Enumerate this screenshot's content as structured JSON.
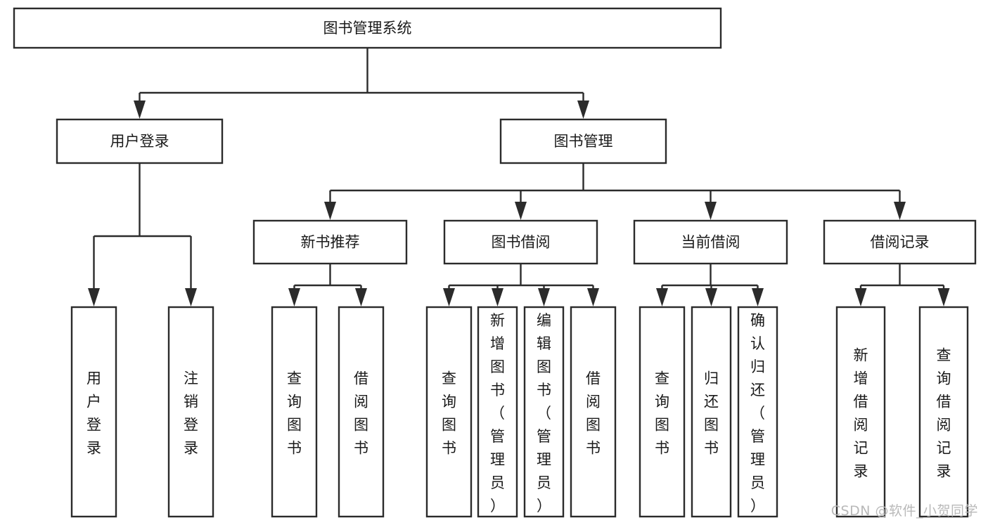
{
  "diagram": {
    "type": "tree",
    "title": "图书管理系统",
    "orientation": "top-down",
    "background_color": "#ffffff",
    "box_stroke_color": "#2b2b2b",
    "box_fill_color": "#ffffff",
    "text_color": "#1a1a1a",
    "connector_color": "#2b2b2b"
  },
  "nodes": {
    "root": {
      "label": "图书管理系统",
      "level": 1,
      "orientation": "horizontal"
    },
    "n_user_login": {
      "label": "用户登录",
      "level": 2,
      "orientation": "horizontal"
    },
    "n_book_mgmt": {
      "label": "图书管理",
      "level": 2,
      "orientation": "horizontal"
    },
    "n_new_book_rec": {
      "label": "新书推荐",
      "level": 3,
      "orientation": "horizontal"
    },
    "n_book_borrow": {
      "label": "图书借阅",
      "level": 3,
      "orientation": "horizontal"
    },
    "n_current_borrow": {
      "label": "当前借阅",
      "level": 3,
      "orientation": "horizontal"
    },
    "n_borrow_record": {
      "label": "借阅记录",
      "level": 3,
      "orientation": "horizontal"
    },
    "leaf_user_login": {
      "label": "用户登录",
      "level": 4,
      "orientation": "vertical"
    },
    "leaf_user_logout": {
      "label": "注销登录",
      "level": 4,
      "orientation": "vertical"
    },
    "leaf_rec_query": {
      "label": "查询图书",
      "level": 4,
      "orientation": "vertical"
    },
    "leaf_rec_borrow": {
      "label": "借阅图书",
      "level": 4,
      "orientation": "vertical"
    },
    "leaf_borrow_query": {
      "label": "查询图书",
      "level": 4,
      "orientation": "vertical"
    },
    "leaf_borrow_add": {
      "label": "新增图书（管理员）",
      "level": 4,
      "orientation": "vertical"
    },
    "leaf_borrow_edit": {
      "label": "编辑图书（管理员）",
      "level": 4,
      "orientation": "vertical"
    },
    "leaf_borrow_do": {
      "label": "借阅图书",
      "level": 4,
      "orientation": "vertical"
    },
    "leaf_cur_query": {
      "label": "查询图书",
      "level": 4,
      "orientation": "vertical"
    },
    "leaf_cur_return": {
      "label": "归还图书",
      "level": 4,
      "orientation": "vertical"
    },
    "leaf_cur_confirm": {
      "label": "确认归还（管理员）",
      "level": 4,
      "orientation": "vertical"
    },
    "leaf_rec_add": {
      "label": "新增借阅记录",
      "level": 4,
      "orientation": "vertical"
    },
    "leaf_rec_search": {
      "label": "查询借阅记录",
      "level": 4,
      "orientation": "vertical"
    }
  },
  "edges": [
    {
      "from": "root",
      "to": "n_user_login"
    },
    {
      "from": "root",
      "to": "n_book_mgmt"
    },
    {
      "from": "n_book_mgmt",
      "to": "n_new_book_rec"
    },
    {
      "from": "n_book_mgmt",
      "to": "n_book_borrow"
    },
    {
      "from": "n_book_mgmt",
      "to": "n_current_borrow"
    },
    {
      "from": "n_book_mgmt",
      "to": "n_borrow_record"
    },
    {
      "from": "n_user_login",
      "to": "leaf_user_login"
    },
    {
      "from": "n_user_login",
      "to": "leaf_user_logout"
    },
    {
      "from": "n_new_book_rec",
      "to": "leaf_rec_query"
    },
    {
      "from": "n_new_book_rec",
      "to": "leaf_rec_borrow"
    },
    {
      "from": "n_book_borrow",
      "to": "leaf_borrow_query"
    },
    {
      "from": "n_book_borrow",
      "to": "leaf_borrow_add"
    },
    {
      "from": "n_book_borrow",
      "to": "leaf_borrow_edit"
    },
    {
      "from": "n_book_borrow",
      "to": "leaf_borrow_do"
    },
    {
      "from": "n_current_borrow",
      "to": "leaf_cur_query"
    },
    {
      "from": "n_current_borrow",
      "to": "leaf_cur_return"
    },
    {
      "from": "n_current_borrow",
      "to": "leaf_cur_confirm"
    },
    {
      "from": "n_borrow_record",
      "to": "leaf_rec_add"
    },
    {
      "from": "n_borrow_record",
      "to": "leaf_rec_search"
    }
  ],
  "watermark": {
    "text": "CSDN @软件_小贺同学"
  }
}
